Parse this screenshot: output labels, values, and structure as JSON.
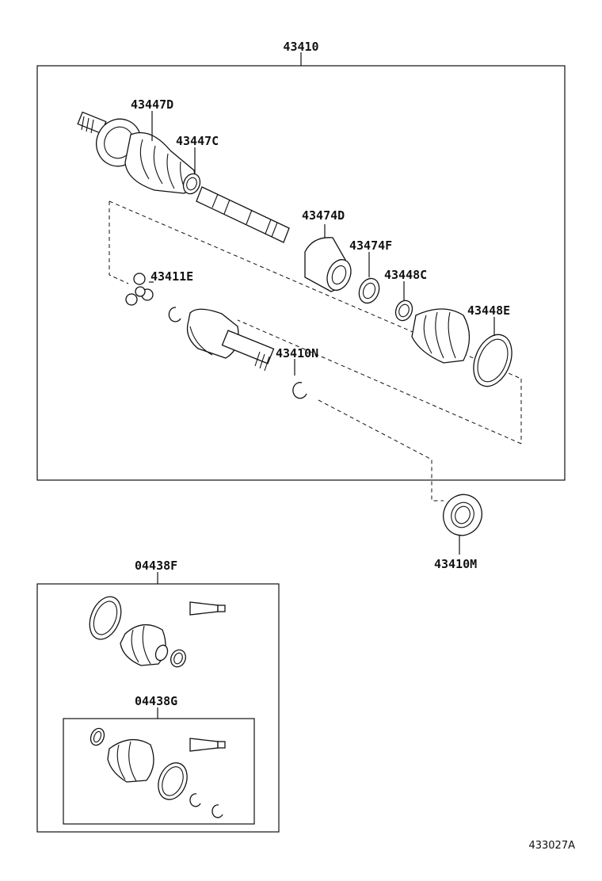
{
  "labels": {
    "assembly": "43410",
    "outer_joint": "43447D",
    "outer_clamp": "43447C",
    "damper": "43474D",
    "damper_clamp": "43474F",
    "tripod": "43411E",
    "inner_clamp_small": "43448C",
    "inner_clamp_large": "43448E",
    "snap_ring": "43410N",
    "bearing": "43410M",
    "kit_outer": "04438F",
    "kit_inner": "04438G",
    "figure_ref": "433027A"
  }
}
